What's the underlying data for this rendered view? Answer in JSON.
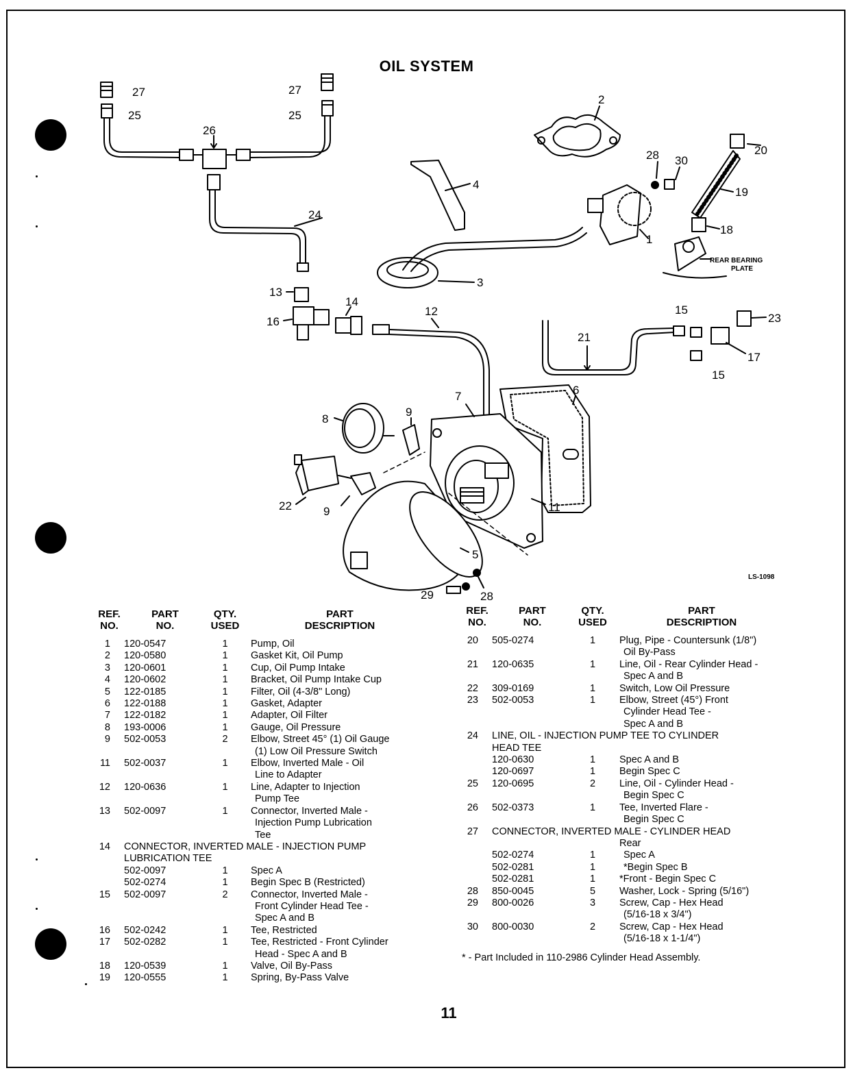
{
  "page": {
    "title": "OIL SYSTEM",
    "figure_code": "LS-1098",
    "page_number": "11",
    "footnote": "* - Part Included in 110-2986 Cylinder Head Assembly."
  },
  "diagram": {
    "callouts": [
      "27",
      "25",
      "27",
      "25",
      "26",
      "24",
      "2",
      "28",
      "30",
      "20",
      "19",
      "18",
      "REAR BEARING",
      "PLATE",
      "4",
      "1",
      "3",
      "13",
      "16",
      "14",
      "12",
      "15",
      "23",
      "21",
      "17",
      "15",
      "7",
      "6",
      "8",
      "9",
      "22",
      "9",
      "11",
      "5",
      "29",
      "28"
    ]
  },
  "table_headers": {
    "ref": [
      "REF.",
      "NO."
    ],
    "part": [
      "PART",
      "NO."
    ],
    "qty": [
      "QTY.",
      "USED"
    ],
    "desc": [
      "PART",
      "DESCRIPTION"
    ]
  },
  "left_rows": [
    {
      "ref": "1",
      "part": "120-0547",
      "qty": "1",
      "desc": "Pump, Oil"
    },
    {
      "ref": "2",
      "part": "120-0580",
      "qty": "1",
      "desc": "Gasket Kit, Oil Pump"
    },
    {
      "ref": "3",
      "part": "120-0601",
      "qty": "1",
      "desc": "Cup, Oil Pump Intake"
    },
    {
      "ref": "4",
      "part": "120-0602",
      "qty": "1",
      "desc": "Bracket, Oil Pump Intake Cup"
    },
    {
      "ref": "5",
      "part": "122-0185",
      "qty": "1",
      "desc": "Filter, Oil (4-3/8\" Long)"
    },
    {
      "ref": "6",
      "part": "122-0188",
      "qty": "1",
      "desc": "Gasket, Adapter"
    },
    {
      "ref": "7",
      "part": "122-0182",
      "qty": "1",
      "desc": "Adapter, Oil Filter"
    },
    {
      "ref": "8",
      "part": "193-0006",
      "qty": "1",
      "desc": "Gauge, Oil Pressure"
    },
    {
      "ref": "9",
      "part": "502-0053",
      "qty": "2",
      "desc": "Elbow, Street 45° (1) Oil Gauge"
    },
    {
      "ref": "",
      "part": "",
      "qty": "",
      "desc": "(1) Low Oil Pressure Switch",
      "indent": true
    },
    {
      "ref": "11",
      "part": "502-0037",
      "qty": "1",
      "desc": "Elbow, Inverted Male - Oil"
    },
    {
      "ref": "",
      "part": "",
      "qty": "",
      "desc": "Line to Adapter",
      "indent": true
    },
    {
      "ref": "12",
      "part": "120-0636",
      "qty": "1",
      "desc": "Line, Adapter to Injection"
    },
    {
      "ref": "",
      "part": "",
      "qty": "",
      "desc": "Pump Tee",
      "indent": true
    },
    {
      "ref": "13",
      "part": "502-0097",
      "qty": "1",
      "desc": "Connector, Inverted Male -"
    },
    {
      "ref": "",
      "part": "",
      "qty": "",
      "desc": "Injection Pump Lubrication",
      "indent": true
    },
    {
      "ref": "",
      "part": "",
      "qty": "",
      "desc": "Tee",
      "indent": true
    },
    {
      "ref": "14",
      "span": "CONNECTOR, INVERTED MALE - INJECTION PUMP"
    },
    {
      "ref": "",
      "span": "LUBRICATION TEE"
    },
    {
      "ref": "",
      "part": "502-0097",
      "qty": "1",
      "desc": "Spec A"
    },
    {
      "ref": "",
      "part": "502-0274",
      "qty": "1",
      "desc": "Begin Spec B (Restricted)"
    },
    {
      "ref": "15",
      "part": "502-0097",
      "qty": "2",
      "desc": "Connector, Inverted Male -"
    },
    {
      "ref": "",
      "part": "",
      "qty": "",
      "desc": "Front Cylinder Head Tee -",
      "indent": true
    },
    {
      "ref": "",
      "part": "",
      "qty": "",
      "desc": "Spec A and B",
      "indent": true
    },
    {
      "ref": "16",
      "part": "502-0242",
      "qty": "1",
      "desc": "Tee, Restricted"
    },
    {
      "ref": "17",
      "part": "502-0282",
      "qty": "1",
      "desc": "Tee, Restricted - Front Cylinder"
    },
    {
      "ref": "",
      "part": "",
      "qty": "",
      "desc": "Head - Spec A and B",
      "indent": true
    },
    {
      "ref": "18",
      "part": "120-0539",
      "qty": "1",
      "desc": "Valve, Oil By-Pass"
    },
    {
      "ref": "19",
      "part": "120-0555",
      "qty": "1",
      "desc": "Spring, By-Pass Valve"
    }
  ],
  "right_rows": [
    {
      "ref": "20",
      "part": "505-0274",
      "qty": "1",
      "desc": "Plug, Pipe - Countersunk (1/8\")"
    },
    {
      "ref": "",
      "part": "",
      "qty": "",
      "desc": "Oil By-Pass",
      "indent": true
    },
    {
      "ref": "21",
      "part": "120-0635",
      "qty": "1",
      "desc": "Line, Oil - Rear Cylinder Head -"
    },
    {
      "ref": "",
      "part": "",
      "qty": "",
      "desc": "Spec A and B",
      "indent": true
    },
    {
      "ref": "22",
      "part": "309-0169",
      "qty": "1",
      "desc": "Switch, Low Oil Pressure"
    },
    {
      "ref": "23",
      "part": "502-0053",
      "qty": "1",
      "desc": "Elbow, Street (45°) Front"
    },
    {
      "ref": "",
      "part": "",
      "qty": "",
      "desc": "Cylinder Head Tee -",
      "indent": true
    },
    {
      "ref": "",
      "part": "",
      "qty": "",
      "desc": "Spec A and B",
      "indent": true
    },
    {
      "ref": "24",
      "span": "LINE, OIL - INJECTION PUMP TEE TO CYLINDER"
    },
    {
      "ref": "",
      "span": "HEAD TEE"
    },
    {
      "ref": "",
      "part": "120-0630",
      "qty": "1",
      "desc": "Spec A and B"
    },
    {
      "ref": "",
      "part": "120-0697",
      "qty": "1",
      "desc": "Begin Spec C"
    },
    {
      "ref": "25",
      "part": "120-0695",
      "qty": "2",
      "desc": "Line, Oil - Cylinder Head -"
    },
    {
      "ref": "",
      "part": "",
      "qty": "",
      "desc": "Begin Spec C",
      "indent": true
    },
    {
      "ref": "26",
      "part": "502-0373",
      "qty": "1",
      "desc": "Tee, Inverted Flare -"
    },
    {
      "ref": "",
      "part": "",
      "qty": "",
      "desc": "Begin Spec C",
      "indent": true
    },
    {
      "ref": "27",
      "span": "CONNECTOR, INVERTED MALE - CYLINDER HEAD"
    },
    {
      "ref": "",
      "part": "",
      "qty": "",
      "desc": "Rear"
    },
    {
      "ref": "",
      "part": "502-0274",
      "qty": "1",
      "desc": "Spec A",
      "indent": true
    },
    {
      "ref": "",
      "part": "502-0281",
      "qty": "1",
      "desc": "*Begin Spec B",
      "indent": true
    },
    {
      "ref": "",
      "part": "502-0281",
      "qty": "1",
      "desc": "*Front - Begin Spec C"
    },
    {
      "ref": "28",
      "part": "850-0045",
      "qty": "5",
      "desc": "Washer, Lock - Spring (5/16\")"
    },
    {
      "ref": "29",
      "part": "800-0026",
      "qty": "3",
      "desc": "Screw, Cap - Hex Head"
    },
    {
      "ref": "",
      "part": "",
      "qty": "",
      "desc": "(5/16-18 x 3/4\")",
      "indent": true
    },
    {
      "ref": "30",
      "part": "800-0030",
      "qty": "2",
      "desc": "Screw, Cap - Hex Head"
    },
    {
      "ref": "",
      "part": "",
      "qty": "",
      "desc": "(5/16-18 x 1-1/4\")",
      "indent": true
    }
  ]
}
